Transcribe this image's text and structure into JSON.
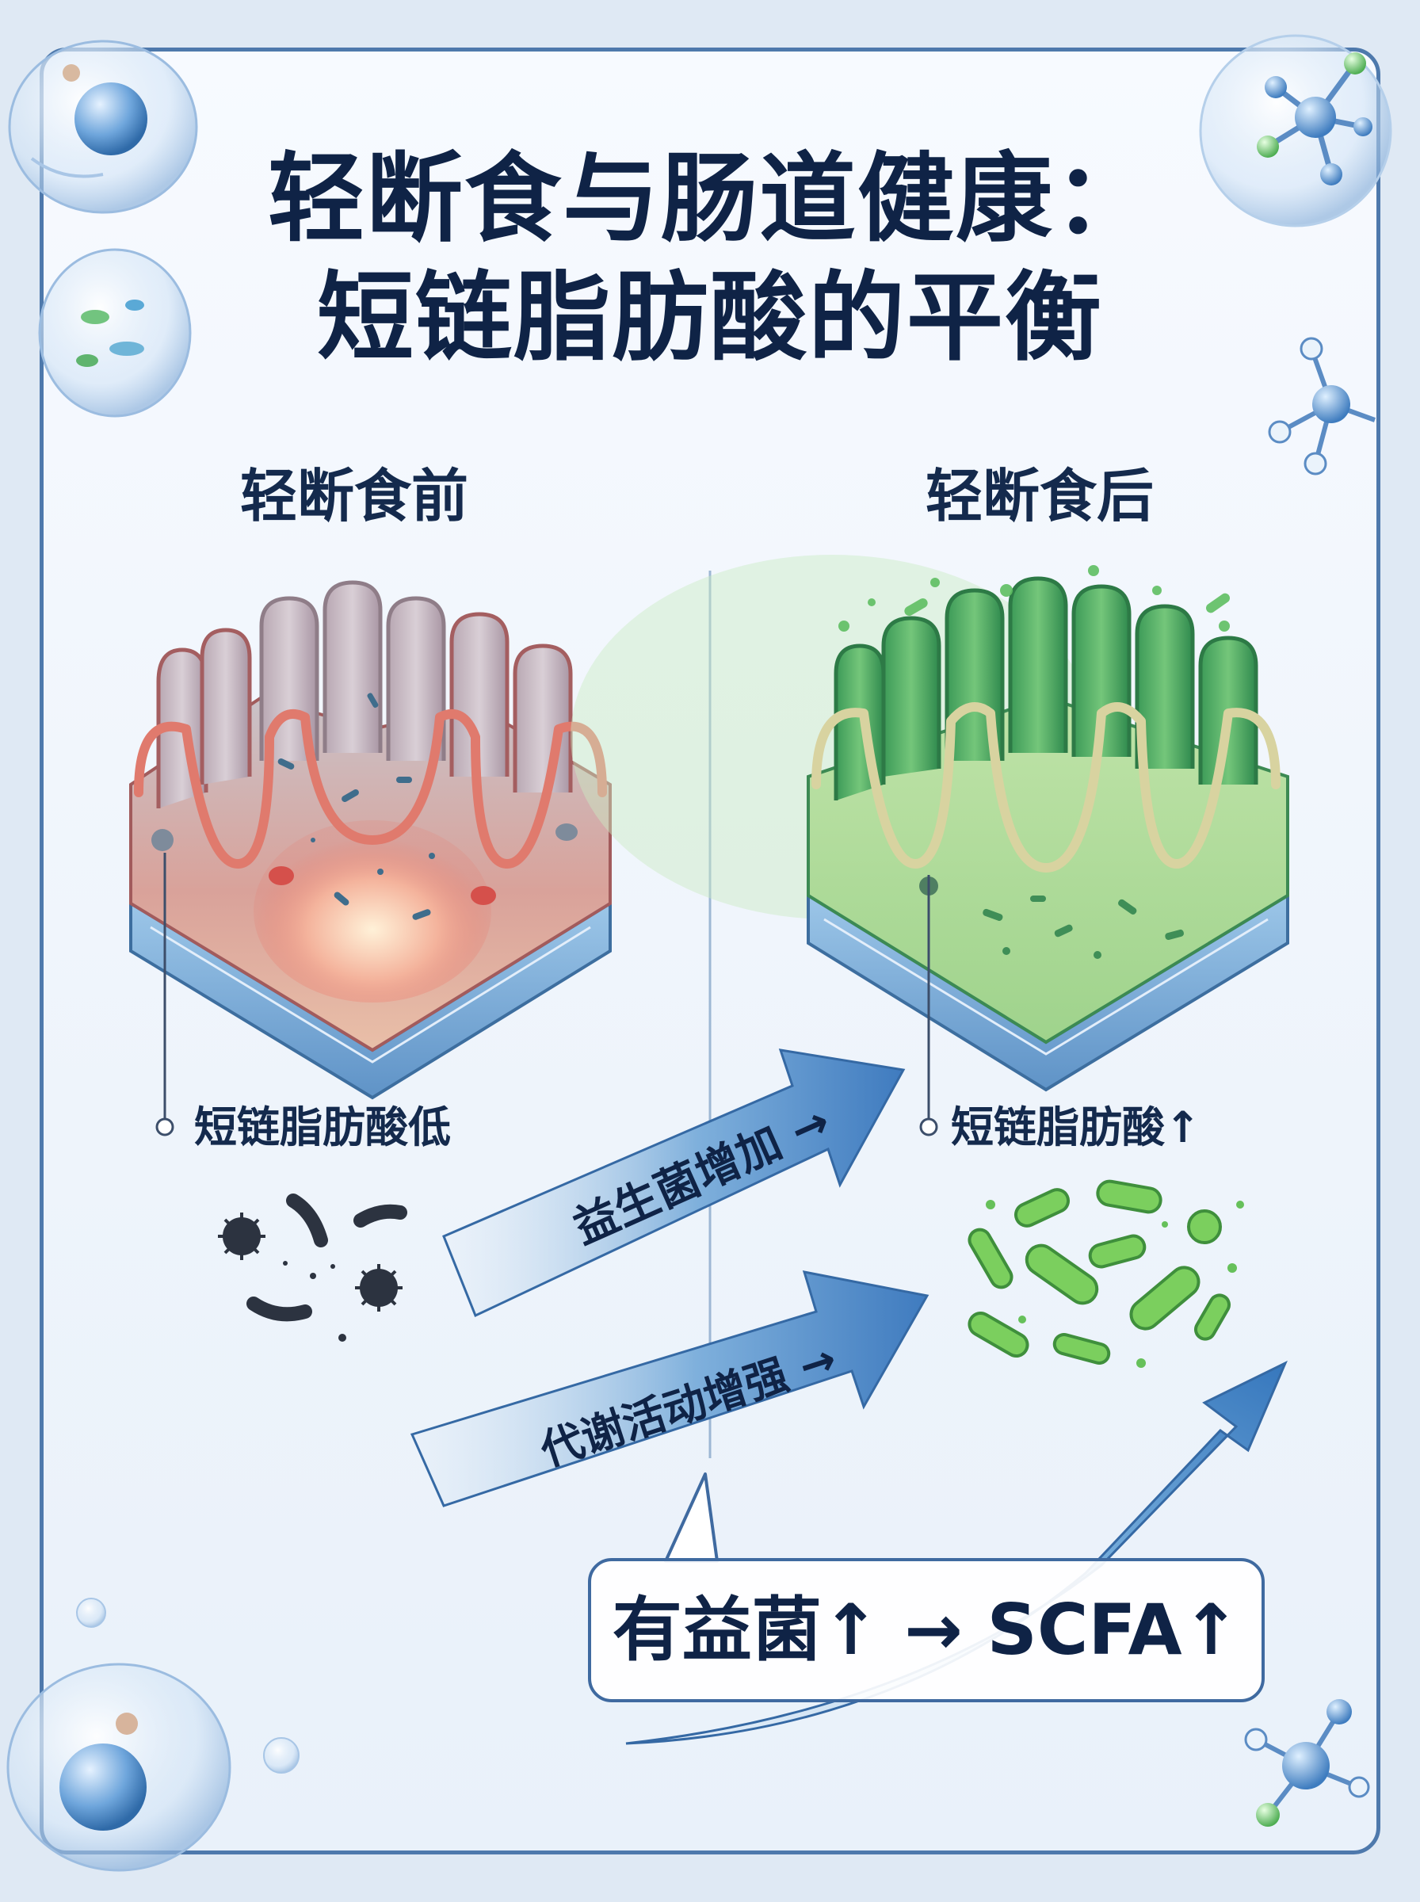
{
  "title": {
    "line1": "轻断食与肠道健康：",
    "line2": "短链脂肪酸的平衡"
  },
  "panels": {
    "before": {
      "heading": "轻断食前",
      "callout": "短链脂肪酸低"
    },
    "after": {
      "heading": "轻断食后",
      "callout": "短链脂肪酸↑"
    }
  },
  "arrows": {
    "probiotics": "益生菌增加 →",
    "metabolism": "代谢活动增强 →"
  },
  "summary": "有益菌↑ → SCFA↑",
  "colors": {
    "frame": "#4e79ac",
    "title": "#0f2346",
    "arrow": "#4d86c4",
    "before_tissue": "#e8786e",
    "after_tissue": "#5cb86a",
    "bad_microbe": "#2c3340",
    "good_microbe": "#6fc15a"
  }
}
